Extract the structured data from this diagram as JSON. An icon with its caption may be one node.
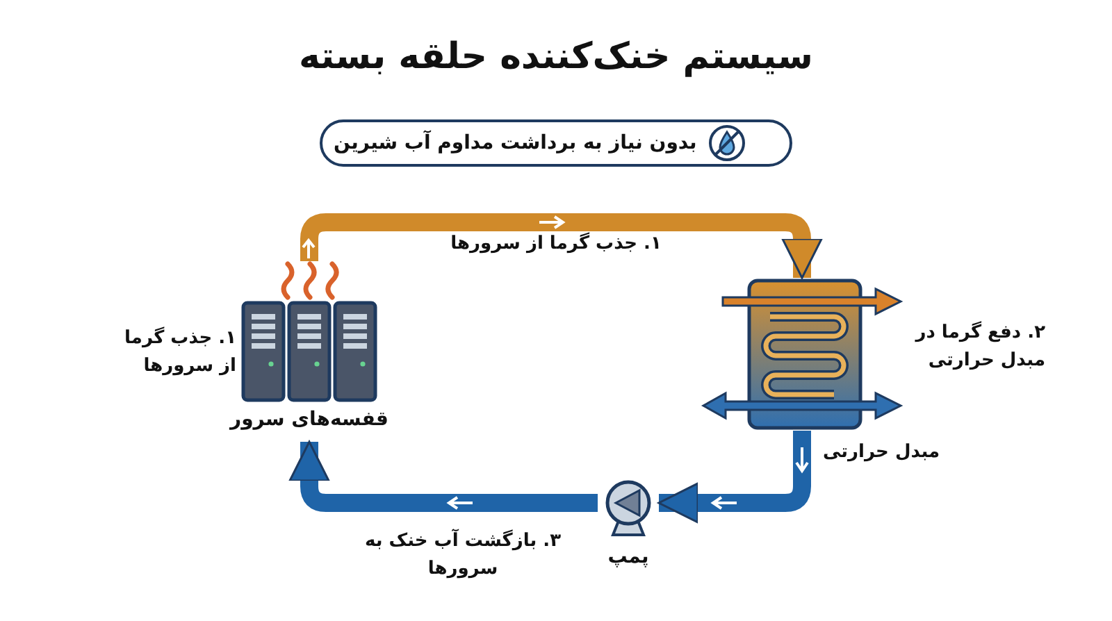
{
  "diagram": {
    "title": "سیستم خنک‌کننده حلقه بسته",
    "nodes": [
      {
        "text": [
          "بدون نیاز به برداشت مداوم آب شیرین"
        ]
      },
      {
        "text": [
          "قفسه‌های سرور"
        ]
      },
      {
        "text": [],
        "shape": "box",
        "beside": [
          "مبدل حرارتی"
        ]
      },
      {
        "text": [
          "پمپ"
        ]
      }
    ],
    "edges": [
      {
        "from": 1,
        "to": 2,
        "arrow": "to",
        "label": "۱. جذب گرما از سرورها",
        "color": "#d08a2a"
      },
      {
        "from": 2,
        "to": 3,
        "arrow": "to"
      },
      {
        "from": 3,
        "to": 1,
        "arrow": "to",
        "label": "۳. بازگشت آب خنک به سرورها"
      }
    ],
    "labels": [
      "۱. جذب گرما از سرورها",
      "۲. دفع گرما در مبدل حرارتی"
    ]
  }
}
